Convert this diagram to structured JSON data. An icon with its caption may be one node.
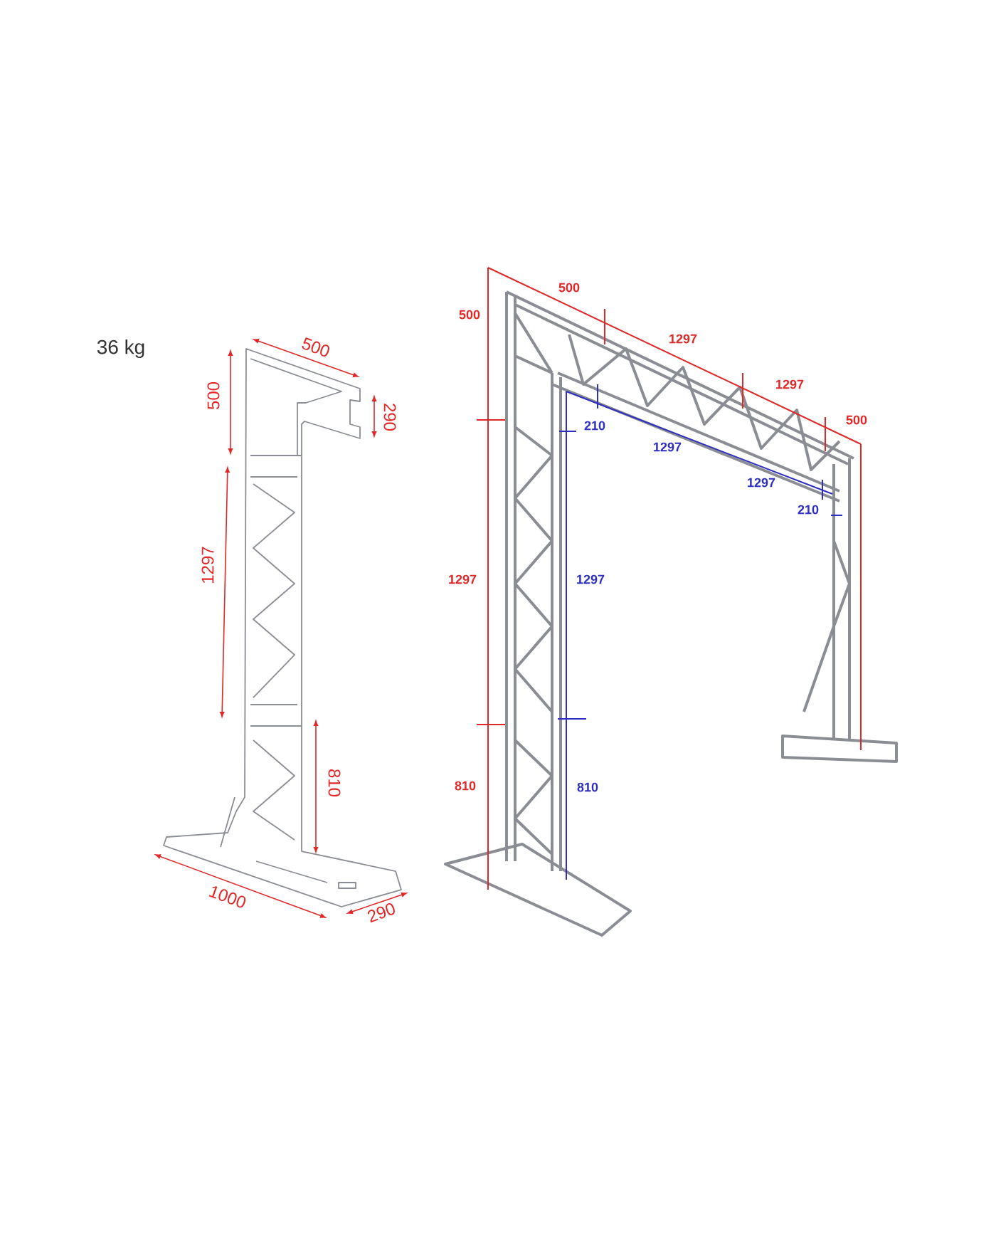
{
  "diagram": {
    "labels": [
      "36 kg",
      "500",
      "500",
      "290",
      "1297",
      "810",
      "1000",
      "290",
      "500",
      "500",
      "1297",
      "1297",
      "500",
      "210",
      "1297",
      "1297",
      "210",
      "1297",
      "1297",
      "810",
      "810"
    ]
  }
}
